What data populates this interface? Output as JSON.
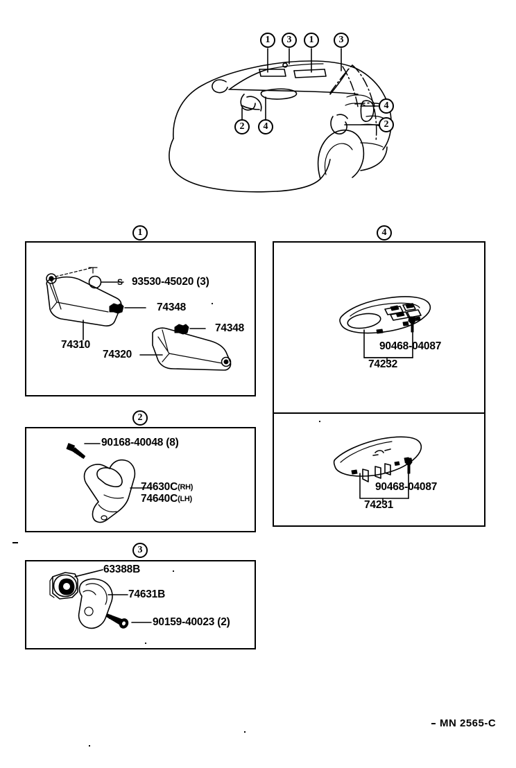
{
  "document": {
    "type": "parts-catalog-illustration",
    "footer_code": "MN  2565-C"
  },
  "vehicle_diagram": {
    "name": "vehicle-overview",
    "callouts": [
      {
        "id": "top-1",
        "label": "1"
      },
      {
        "id": "top-3a",
        "label": "3"
      },
      {
        "id": "top-1b",
        "label": "1"
      },
      {
        "id": "top-3b",
        "label": "3"
      },
      {
        "id": "right-4",
        "label": "4"
      },
      {
        "id": "right-2",
        "label": "2"
      },
      {
        "id": "lower-2",
        "label": "2"
      },
      {
        "id": "lower-4",
        "label": "4"
      }
    ]
  },
  "panels": [
    {
      "id": "panel-1",
      "marker": "1",
      "title": "sun-visor-assembly",
      "parts": [
        {
          "number": "93530-45020",
          "qty": "(3)",
          "symbol": "S"
        },
        {
          "number": "74348",
          "qty": ""
        },
        {
          "number": "74310",
          "qty": ""
        },
        {
          "number": "74348",
          "qty": ""
        },
        {
          "number": "74320",
          "qty": ""
        }
      ]
    },
    {
      "id": "panel-2",
      "marker": "2",
      "title": "assist-grip",
      "parts": [
        {
          "number": "90168-40048",
          "qty": "(8)"
        },
        {
          "number": "74630C",
          "side": "(RH)"
        },
        {
          "number": "74640C",
          "side": "(LH)"
        }
      ]
    },
    {
      "id": "panel-3",
      "marker": "3",
      "title": "visor-holder",
      "parts": [
        {
          "number": "63388B",
          "qty": ""
        },
        {
          "number": "74631B",
          "qty": ""
        },
        {
          "number": "90159-40023",
          "qty": "(2)"
        }
      ]
    },
    {
      "id": "panel-4",
      "marker": "4",
      "title": "roof-console-and-lamp-covers",
      "cells": [
        {
          "id": "panel-4-upper",
          "parts": [
            {
              "number": "90468-04087",
              "qty": ""
            },
            {
              "number": "74232",
              "qty": ""
            }
          ]
        },
        {
          "id": "panel-4-lower",
          "parts": [
            {
              "number": "90468-04087",
              "qty": ""
            },
            {
              "number": "74231",
              "qty": ""
            }
          ]
        }
      ]
    }
  ],
  "labels": {
    "p1_93530": "93530-45020",
    "p1_93530_qty": "(3)",
    "p1_74348_a": "74348",
    "p1_74348_b": "74348",
    "p1_74310": "74310",
    "p1_74320": "74320",
    "p2_90168": "90168-40048",
    "p2_90168_qty": "(8)",
    "p2_74630c": "74630C",
    "p2_74630c_side": "(RH)",
    "p2_74640c": "74640C",
    "p2_74640c_side": "(LH)",
    "p3_63388b": "63388B",
    "p3_74631b": "74631B",
    "p3_90159": "90159-40023",
    "p3_90159_qty": "(2)",
    "p4u_90468": "90468-04087",
    "p4u_74232": "74232",
    "p4l_90468": "90468-04087",
    "p4l_74231": "74231",
    "marker_1": "1",
    "marker_2": "2",
    "marker_3": "3",
    "marker_4": "4",
    "symbol_s": "S"
  }
}
